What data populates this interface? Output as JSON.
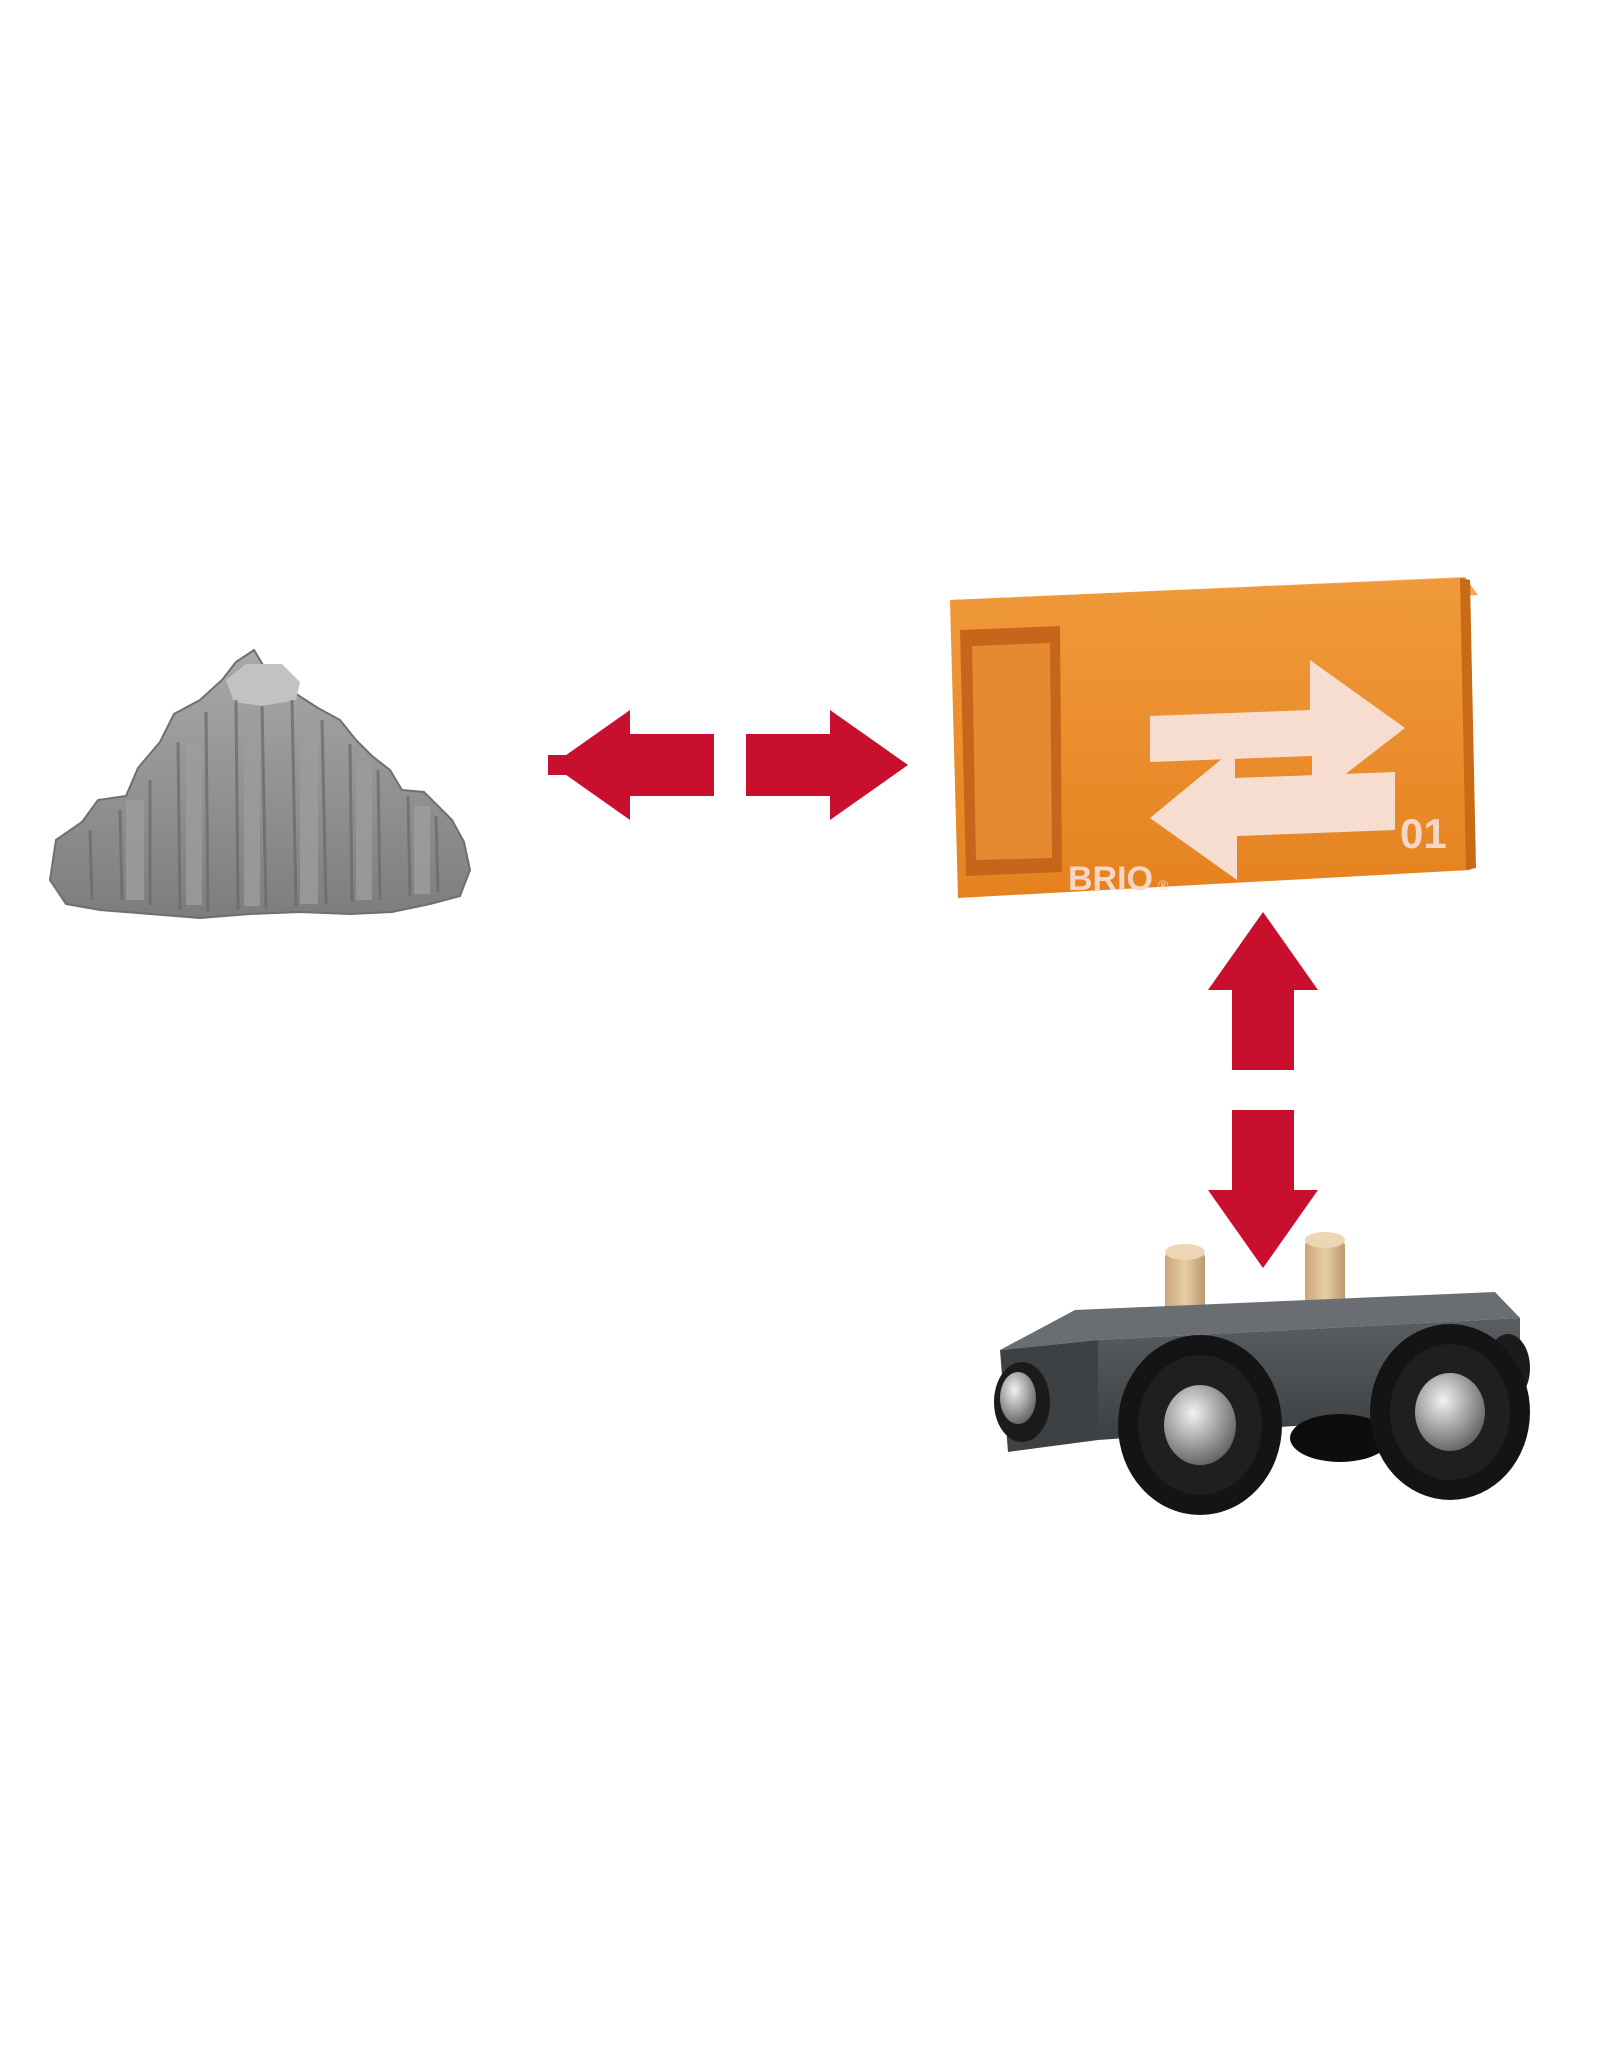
{
  "image": {
    "description_elements": [
      "rock-piece",
      "orange-cargo-container",
      "wagon-chassis"
    ],
    "colors": {
      "background": "#ffffff",
      "arrow": "#c8102e",
      "container": "#e98a2c",
      "container_dark": "#c96a14",
      "container_light": "#f4a24a",
      "rock": "#8f8f8f",
      "rock_dark": "#6e6e6e",
      "rock_light": "#b4b4b4",
      "wagon_body": "#4c4f53",
      "wheel": "#151515",
      "hub": "#b9b9b9",
      "peg": "#d8b88c"
    }
  },
  "container": {
    "brand": "BRIO",
    "registered_mark": "®",
    "number": "01",
    "icon": "swap-arrows-icon"
  },
  "arrows": [
    {
      "name": "rock-container-arrow",
      "icon": "double-arrow-horizontal-icon"
    },
    {
      "name": "container-wagon-arrow",
      "icon": "double-arrow-vertical-icon"
    }
  ]
}
